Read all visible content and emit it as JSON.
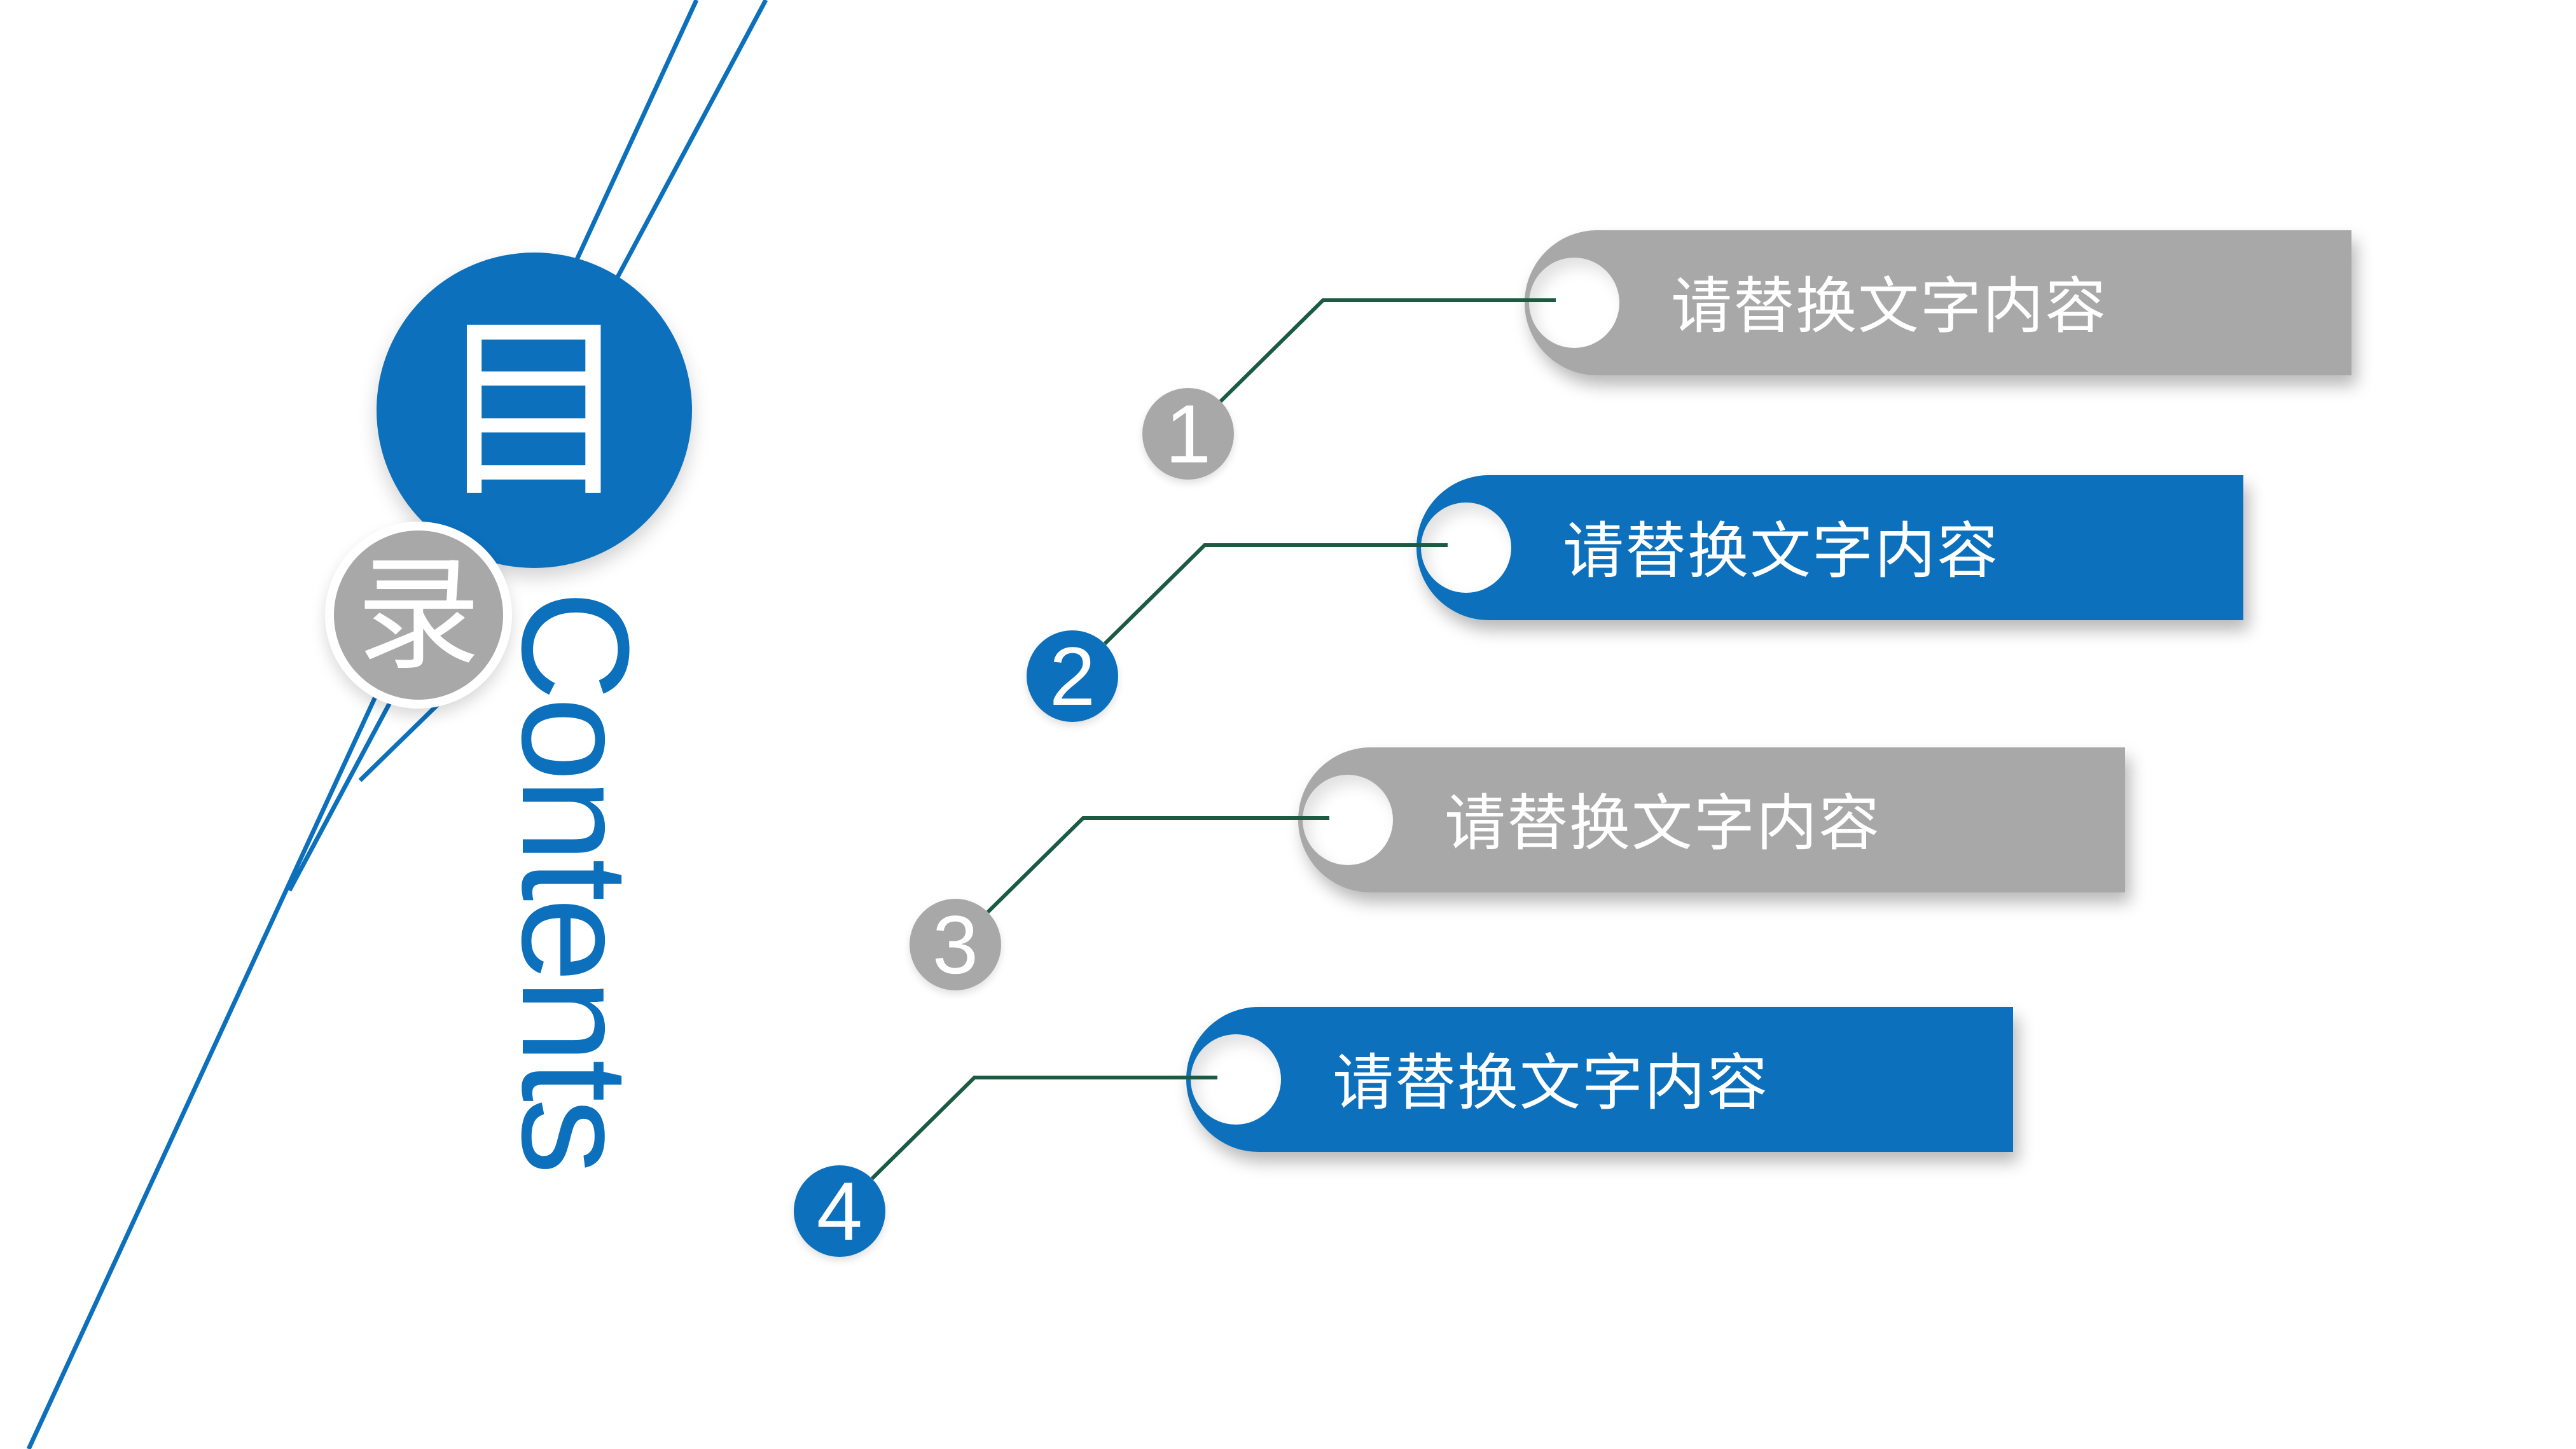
{
  "slide": {
    "background": "#FFFFFF",
    "title": {
      "primary_char": "目",
      "secondary_char": "录",
      "subtitle": "Contents"
    },
    "items": [
      {
        "number": "1",
        "label": "请替换文字内容",
        "variant": "gray"
      },
      {
        "number": "2",
        "label": "请替换文字内容",
        "variant": "blue"
      },
      {
        "number": "3",
        "label": "请替换文字内容",
        "variant": "gray"
      },
      {
        "number": "4",
        "label": "请替换文字内容",
        "variant": "blue"
      }
    ],
    "colors": {
      "blue": "#0C70BD",
      "gray": "#A8A8A8",
      "connector_green": "#1B5B43",
      "text_white": "#FFFFFF"
    }
  }
}
